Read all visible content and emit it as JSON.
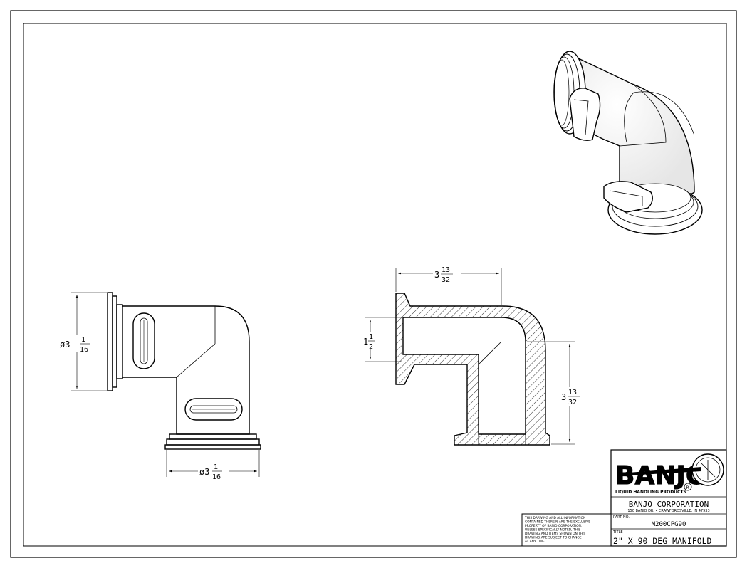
{
  "dimensions": {
    "front_height": "ø3",
    "front_height_frac": {
      "num": "1",
      "den": "16"
    },
    "front_bottom": "ø3",
    "front_bottom_frac": {
      "num": "1",
      "den": "16"
    },
    "section_top": "3",
    "section_top_frac": {
      "num": "13",
      "den": "32"
    },
    "section_bore": "1",
    "section_bore_frac": {
      "num": "1",
      "den": "2"
    },
    "section_right": "3",
    "section_right_frac": {
      "num": "13",
      "den": "32"
    }
  },
  "title_block": {
    "logo_text": "BANJO",
    "logo_tagline": "LIQUID HANDLING PRODUCTS",
    "company": "BANJO CORPORATION",
    "address": "150 BANJO DR. • CRAWFORDSVILLE, IN 47933",
    "part_no_label": "PART NO.",
    "part_no": "M200CPG90",
    "title_label": "TITLE",
    "title": "2\" X 90 DEG MANIFOLD",
    "notice": [
      "THIS DRAWING AND ALL INFORMATION",
      "CONTAINED THEREIN ARE THE EXCLUSIVE",
      "PROPERTY OF BANJO CORPORATION.",
      "UNLESS SPECIFICALLY NOTED, THIS",
      "DRAWING AND ITEMS SHOWN ON THIS",
      "DRAWING ARE SUBJECT TO CHANGE",
      "AT ANY TIME."
    ]
  }
}
